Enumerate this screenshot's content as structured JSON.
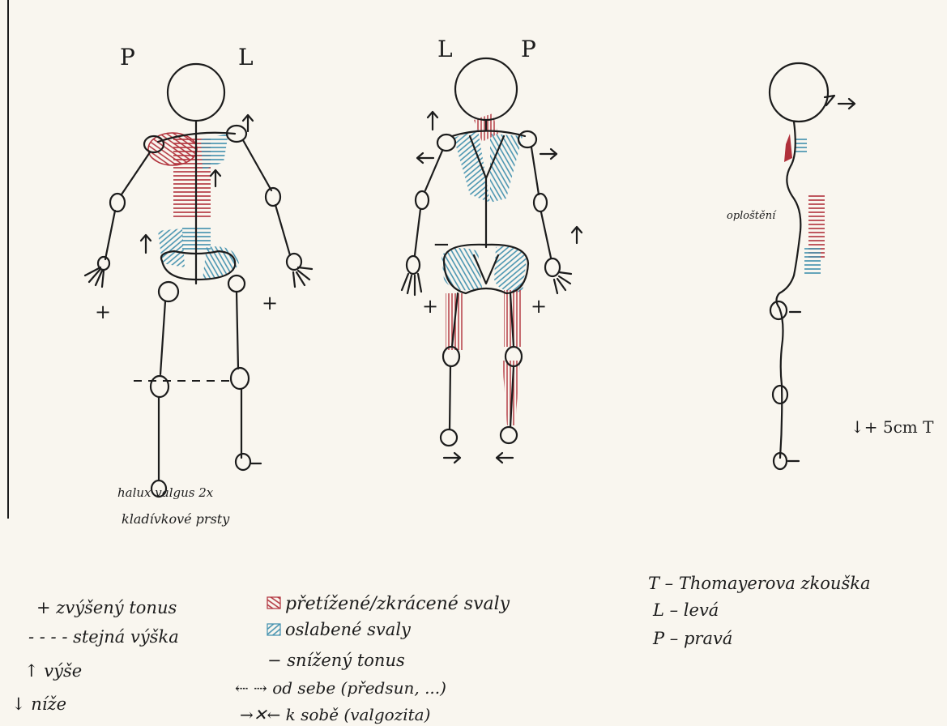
{
  "colors": {
    "ink": "#1c1c1c",
    "overloaded": "#b0303a",
    "weakened": "#3f8fad",
    "paper": "#f9f6ef"
  },
  "figure_back": {
    "side_left": "P",
    "side_right": "L",
    "plus_left": "+",
    "plus_right": "+",
    "note_line1": "halux valgus 2x",
    "note_line2": "kladívkové prsty"
  },
  "figure_front": {
    "side_left": "L",
    "side_right": "P",
    "minus": "−",
    "plus_left": "+",
    "plus_right": "+"
  },
  "figure_side": {
    "label_flat": "oploštění",
    "measure": "↓+ 5cm T"
  },
  "legend_col1": {
    "item1": "+ zvýšený tonus",
    "item2": "- - - - stejná výška",
    "item3": "↑ výše",
    "item4": "↓ níže"
  },
  "legend_col2": {
    "item1": "přetížené/zkrácené svaly",
    "item2": "oslabené svaly",
    "item3": "− snížený tonus",
    "item4": "⇠ ⇢ od sebe (předsun, ...)",
    "item5": "→✕← k sobě (valgozita)"
  },
  "legend_col3": {
    "item1": "T – Thomayerova zkouška",
    "item2": "L – levá",
    "item3": "P – pravá"
  }
}
